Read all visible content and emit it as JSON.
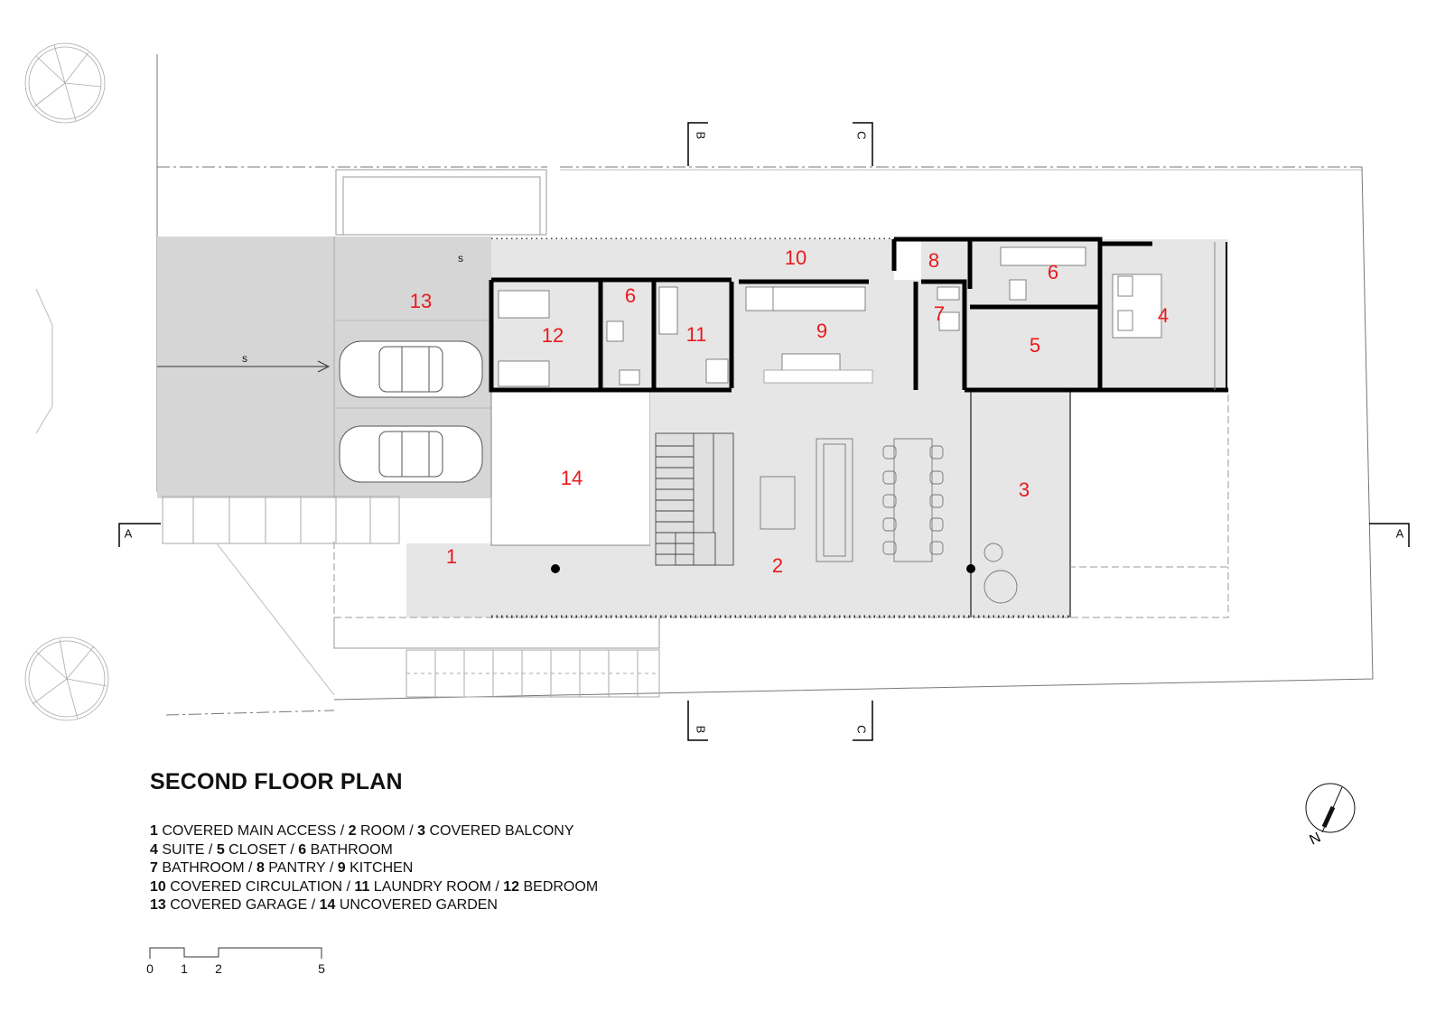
{
  "title": "SECOND FLOOR PLAN",
  "legend": [
    [
      {
        "n": "1",
        "t": " COVERED MAIN ACCESS / "
      },
      {
        "n": "2",
        "t": " ROOM / "
      },
      {
        "n": "3",
        "t": " COVERED BALCONY"
      }
    ],
    [
      {
        "n": "4",
        "t": " SUITE / "
      },
      {
        "n": "5",
        "t": " CLOSET / "
      },
      {
        "n": "6",
        "t": " BATHROOM"
      }
    ],
    [
      {
        "n": "7",
        "t": " BATHROOM / "
      },
      {
        "n": "8",
        "t": " PANTRY / "
      },
      {
        "n": "9",
        "t": " KITCHEN"
      }
    ],
    [
      {
        "n": "10",
        "t": " COVERED CIRCULATION / "
      },
      {
        "n": "11",
        "t": " LAUNDRY ROOM / "
      },
      {
        "n": "12",
        "t": " BEDROOM"
      }
    ],
    [
      {
        "n": "13",
        "t": " COVERED GARAGE / "
      },
      {
        "n": "14",
        "t": " UNCOVERED GARDEN"
      }
    ]
  ],
  "rooms": {
    "r1": "1",
    "r2": "2",
    "r3": "3",
    "r4": "4",
    "r5": "5",
    "r6a": "6",
    "r6b": "6",
    "r7": "7",
    "r8": "8",
    "r9": "9",
    "r10": "10",
    "r11": "11",
    "r12": "12",
    "r13": "13",
    "r14": "14"
  },
  "section_markers": {
    "a": "A",
    "b": "B",
    "c": "C"
  },
  "slope_label": "s",
  "north_label": "N",
  "scale": [
    "0",
    "1",
    "2",
    "5"
  ],
  "colors": {
    "room_number": "#e8191c",
    "covered_fill": "#e6e6e6",
    "garage_fill": "#d6d6d6",
    "wall": "#000000"
  }
}
